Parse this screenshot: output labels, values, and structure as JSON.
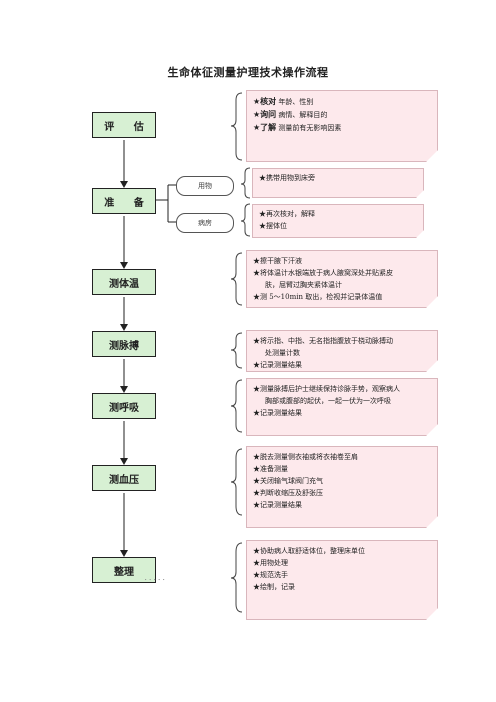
{
  "title": "生命体征测量护理技术操作流程",
  "steps": {
    "assess": "评 估",
    "prepare": "准 备",
    "temp": "测体温",
    "pulse": "测脉搏",
    "resp": "测呼吸",
    "bp": "测血压",
    "tidy": "整理",
    "tidy_trail": "．．．．．"
  },
  "prepare_branches": {
    "supplies": "用物",
    "ward": "病房"
  },
  "notes": {
    "assess": {
      "l1_bold": "核对",
      "l1": "年龄、性别",
      "l2_bold": "询问",
      "l2": "病情、解释目的",
      "l3_bold": "了解",
      "l3": "测量前有无影响因素"
    },
    "supplies": "★携带用物到床旁",
    "ward": [
      "★再次核对，解释",
      "★摆体位"
    ],
    "temp": [
      "★擦干腋下汗液",
      "★将体温计水银端放于病人腋窝深处并贴紧皮",
      "肤，屈臂过胸夹紧体温计",
      "★测 5～10min 取出，检视并记录体温值"
    ],
    "pulse": [
      "★将示指、中指、无名指指腹放于桡动脉搏动",
      "处测量计数",
      "★记录测量结果"
    ],
    "resp": [
      "★测量脉搏后护士继续保持诊脉手势，观察病人",
      "胸部或腹部的起伏，一起一伏为一次呼吸",
      "★记录测量结果"
    ],
    "bp": [
      "★脱去测量侧衣袖或将衣袖卷至肩",
      "★准备测量",
      "★关闭输气球阀门充气",
      "★判断收缩压及舒张压",
      "★记录测量结果"
    ],
    "tidy": [
      "★协助病人取舒适体位，整理床单位",
      "★用物处理",
      "★规范洗手",
      "★绘制，记录"
    ]
  }
}
